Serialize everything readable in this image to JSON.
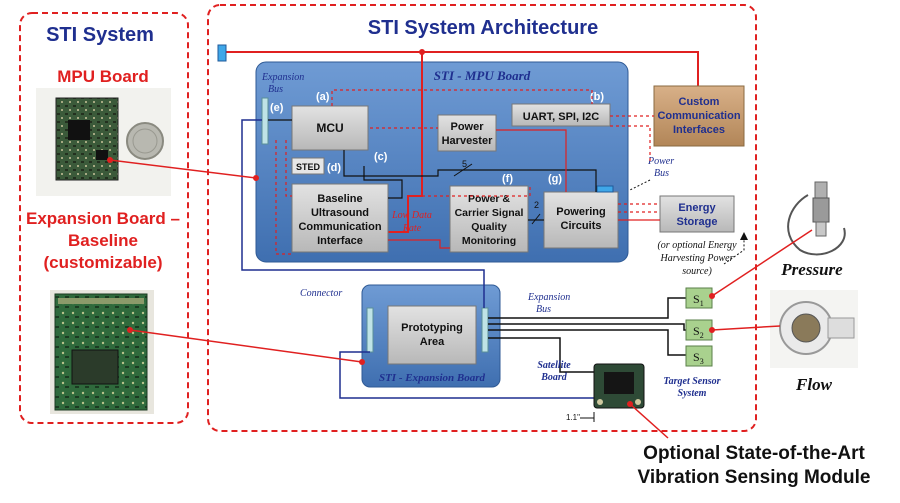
{
  "left_panel": {
    "title": "STI System",
    "mpu_label": "MPU Board",
    "expansion_label_1": "Expansion Board –",
    "expansion_label_2": "Baseline",
    "expansion_label_3": "(customizable)"
  },
  "arch": {
    "title": "STI System Architecture",
    "mpu_board_label": "STI - MPU Board",
    "expansion_board_label": "STI - Expansion Board",
    "expansion_bus_top_1": "Expansion",
    "expansion_bus_top_2": "Bus",
    "expansion_bus_bottom_1": "Expansion",
    "expansion_bus_bottom_2": "Bus",
    "connector": "Connector",
    "power_bus_1": "Power",
    "power_bus_2": "Bus",
    "low_data_rate_1": "Low Data",
    "low_data_rate_2": "Rate",
    "bus_width_5": "5",
    "bus_width_2": "2"
  },
  "blocks": {
    "mcu": "MCu",
    "mcu_text": "MCU",
    "sted": "STED",
    "power_harvester_1": "Power",
    "power_harvester_2": "Harvester",
    "uart": "UART, SPI, I2C",
    "custom_1": "Custom",
    "custom_2": "Communication",
    "custom_3": "Interfaces",
    "baseline_1": "Baseline",
    "baseline_2": "Ultrasound",
    "baseline_3": "Communication",
    "baseline_4": "Interface",
    "pcsqm_1": "Power &",
    "pcsqm_2": "Carrier Signal",
    "pcsqm_3": "Quality",
    "pcsqm_4": "Monitoring",
    "powering_1": "Powering",
    "powering_2": "Circuits",
    "energy_1": "Energy",
    "energy_2": "Storage",
    "energy_note_1": "(or optional Energy",
    "energy_note_2": "Harvesting Power",
    "energy_note_3": "source)",
    "proto_1": "Prototyping",
    "proto_2": "Area"
  },
  "letters": {
    "a": "(a)",
    "b": "(b)",
    "c": "(c)",
    "d": "(d)",
    "e": "(e)",
    "f": "(f)",
    "g": "(g)"
  },
  "sensors": {
    "s1": "S",
    "s1_sub": "1",
    "s2": "S",
    "s2_sub": "2",
    "s3": "S",
    "s3_sub": "3",
    "target_1": "Target Sensor",
    "target_2": "System",
    "pressure": "Pressure",
    "flow": "Flow",
    "satellite_1": "Satellite",
    "satellite_2": "Board",
    "dim": "1.1\""
  },
  "optional": {
    "line1": "Optional State-of-the-Art",
    "line2": "Vibration Sensing Module"
  },
  "colors": {
    "red": "#e02020",
    "board_blue": "#4f7fbf",
    "block_gray": "#c8c8c8",
    "custom_tan": "#c49a6c",
    "sensor_green": "#a9d18e",
    "dark_blue": "#1f2f8f"
  }
}
